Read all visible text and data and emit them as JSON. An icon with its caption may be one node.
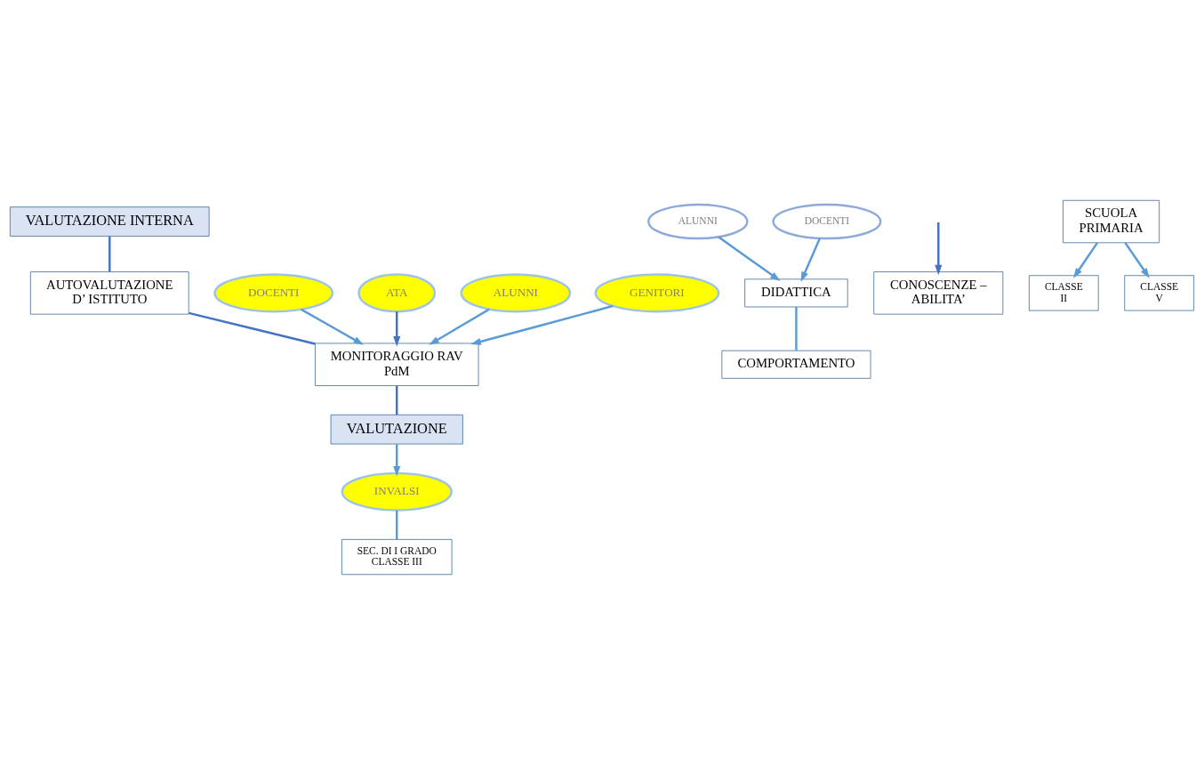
{
  "diagram": {
    "nodes": [
      {
        "text": [
          "VALUTAZIONE INTERNA"
        ]
      },
      {
        "text": [
          "ALUNNI"
        ]
      },
      {
        "text": [
          "VALUTAZIONE"
        ]
      },
      {
        "text": [
          "DIDATTICA"
        ]
      },
      {
        "text": [
          "DOCENTI"
        ]
      },
      {
        "text": [
          "INVALSI"
        ]
      },
      {
        "text": [
          "CONOSCENZE – ABILITA’"
        ]
      },
      {
        "text": [
          "COMPORTAMENTO"
        ]
      },
      {
        "text": [
          "SCUOLA PRIMARIA"
        ]
      },
      {
        "text": [
          "AUTOVALUTAZIONE D’ ISTITUTO"
        ]
      },
      {
        "text": [
          "CLASSE II"
        ]
      },
      {
        "text": [
          "CLASSE V"
        ]
      },
      {
        "text": [
          "MONITORAGGIO RAV PdM"
        ]
      },
      {
        "text": [
          "SEC. DI I GRADO CLASSE III"
        ]
      },
      {
        "text": [
          "DOCENTI"
        ]
      },
      {
        "text": [
          "ATA"
        ]
      },
      {
        "text": [
          "ALUNNI"
        ]
      },
      {
        "text": [
          "GENITORI"
        ]
      }
    ],
    "edges": [
      {
        "from": 0,
        "to": 9,
        "arrow": "none",
        "color": "#4472c4"
      },
      {
        "from": 1,
        "to": 3,
        "arrow": "to"
      },
      {
        "from": 4,
        "to": 3,
        "arrow": "to"
      },
      {
        "from": 3,
        "to": 7,
        "arrow": "none"
      },
      {
        "from": null,
        "to": 6,
        "arrow": "to",
        "color": "#4472c4"
      },
      {
        "from": 9,
        "to": 12,
        "arrow": "none",
        "color": "#4472c4"
      },
      {
        "from": 12,
        "to": 2,
        "arrow": "none",
        "color": "#4472c4"
      },
      {
        "from": 2,
        "to": 5,
        "arrow": "to"
      },
      {
        "from": 5,
        "to": 13,
        "arrow": "none"
      },
      {
        "from": 8,
        "to": 10,
        "arrow": "to"
      },
      {
        "from": 8,
        "to": 11,
        "arrow": "to"
      },
      {
        "from": 15,
        "to": 12,
        "arrow": "to",
        "color": "#4472c4"
      },
      {
        "from": 16,
        "to": 12,
        "arrow": "to"
      },
      {
        "from": 17,
        "to": 12,
        "arrow": "to"
      },
      {
        "from": 14,
        "to": 12,
        "arrow": "to"
      }
    ]
  }
}
